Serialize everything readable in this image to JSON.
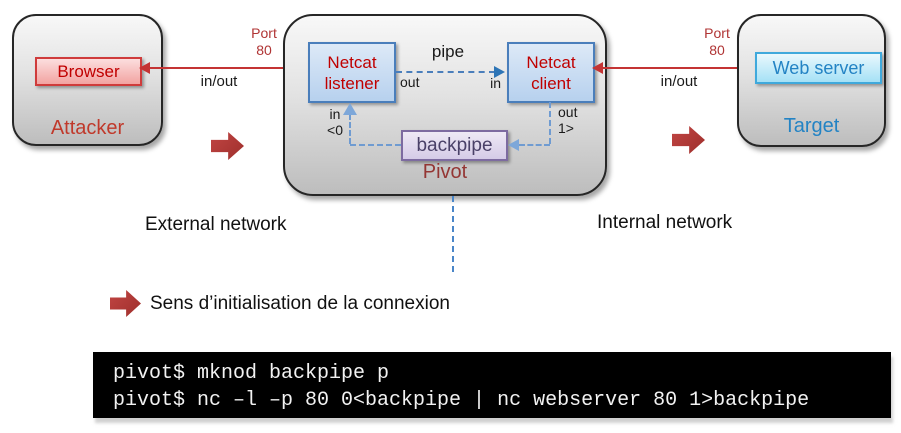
{
  "colors": {
    "red_accent": "#c0392b",
    "blue_accent": "#4a7ebb",
    "purple_accent": "#7d6ba0",
    "cyan_accent": "#3fa9dc",
    "terminal_bg": "#000000"
  },
  "attacker": {
    "title": "Attacker",
    "node_label": "Browser"
  },
  "pivot": {
    "title": "Pivot",
    "listener_line1": "Netcat",
    "listener_line2": "listener",
    "client_line1": "Netcat",
    "client_line2": "client",
    "backpipe_label": "backpipe",
    "pipe_label": "pipe",
    "listener_out_label": "out",
    "client_in_label": "in",
    "listener_in_label": "in",
    "listener_redirect_label": "<0",
    "client_out_label": "out",
    "client_redirect_label": "1>"
  },
  "target": {
    "title": "Target",
    "node_label": "Web server"
  },
  "left_link": {
    "port_line1": "Port",
    "port_line2": "80",
    "io_label": "in/out"
  },
  "right_link": {
    "port_line1": "Port",
    "port_line2": "80",
    "io_label": "in/out"
  },
  "network_labels": {
    "external": "External network",
    "internal": "Internal network"
  },
  "legend": {
    "text": "Sens d’initialisation de la connexion"
  },
  "terminal": {
    "lines": [
      "pivot$ mknod backpipe p",
      "pivot$ nc –l –p 80 0<backpipe | nc webserver 80 1>backpipe"
    ]
  }
}
